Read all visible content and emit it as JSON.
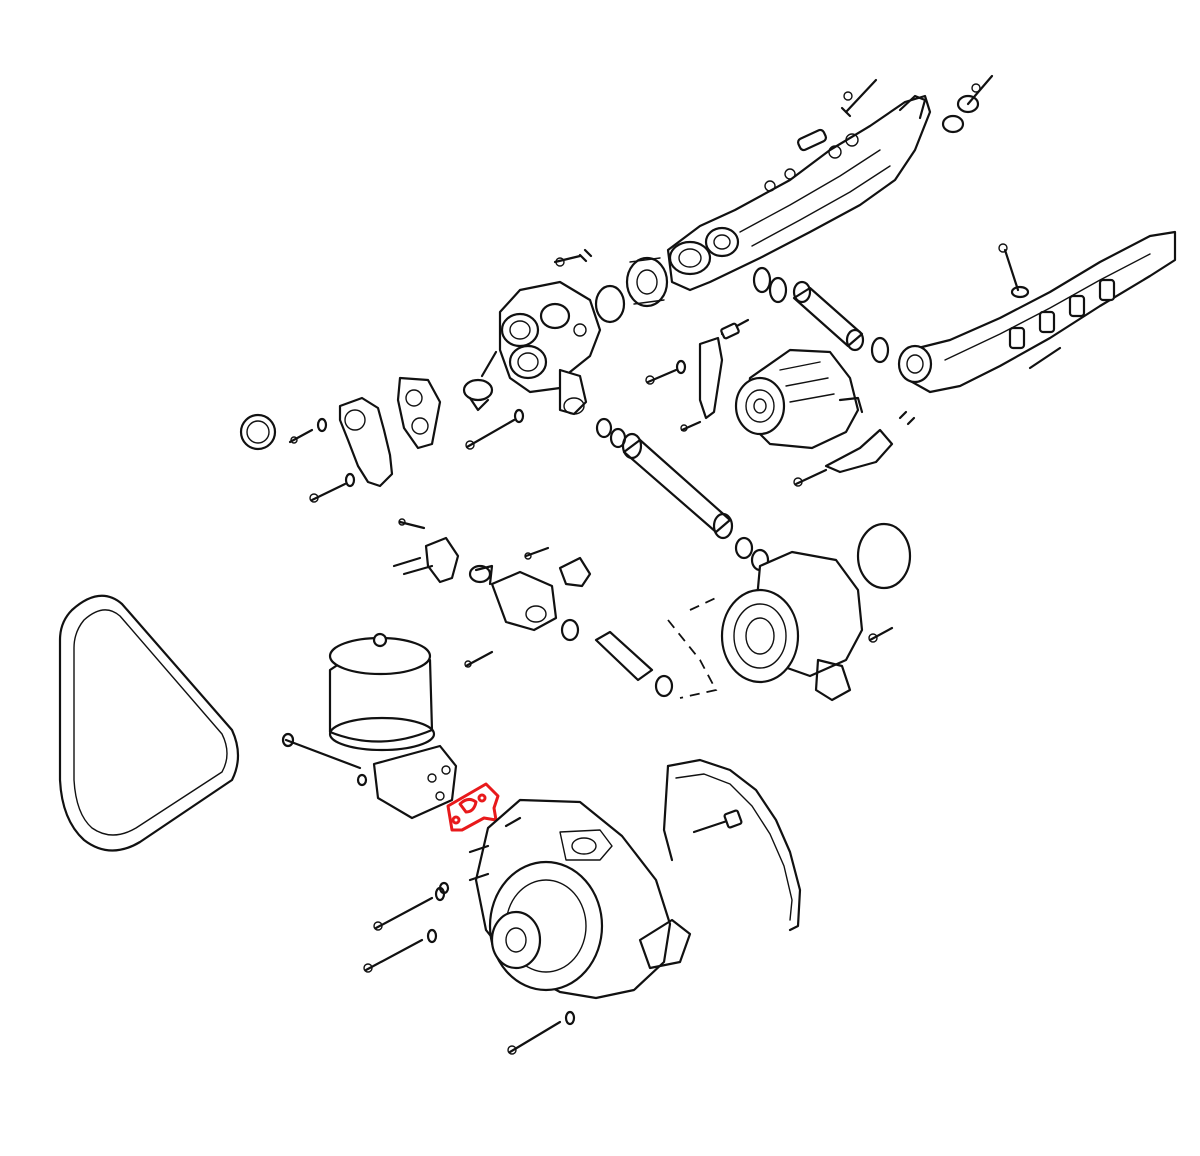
{
  "diagram": {
    "type": "exploded-parts-view",
    "highlight_color": "#e8191b",
    "line_color": "#111111",
    "background": "#ffffff",
    "highlighted_part": "oil-filter-adapter-gasket",
    "parts": [
      "coolant-manifold-rear",
      "coolant-manifold-front",
      "thermostat-housing",
      "thermostat",
      "housing-gasket",
      "cover-plug",
      "alternator",
      "alternator-bracket",
      "coolant-transfer-tube",
      "water-pump",
      "water-pump-o-ring",
      "coolant-outlet-elbow",
      "oil-filter",
      "oil-filter-adapter",
      "oil-filter-adapter-gasket",
      "front-gear-cover",
      "front-cover-gasket",
      "drive-belt"
    ]
  }
}
